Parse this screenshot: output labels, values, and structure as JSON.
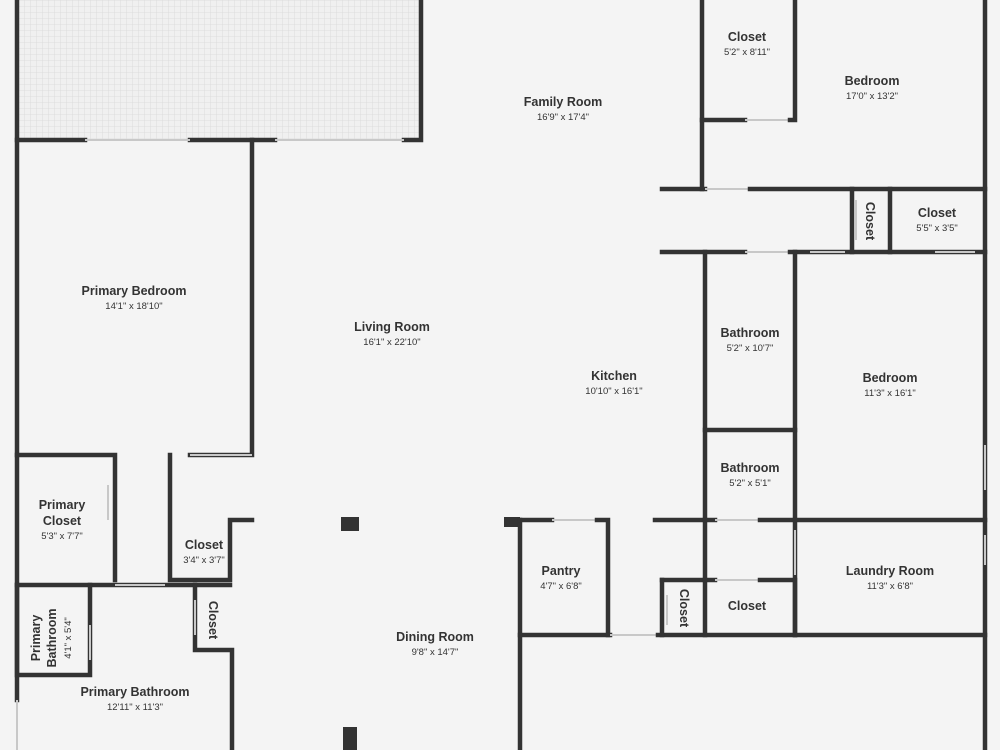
{
  "rooms": [
    {
      "id": "family-room",
      "name": "Family Room",
      "size": "16'9\" x 17'4\""
    },
    {
      "id": "closet-top",
      "name": "Closet",
      "size": "5'2\" x 8'11\""
    },
    {
      "id": "bedroom-top",
      "name": "Bedroom",
      "size": "17'0\" x 13'2\""
    },
    {
      "id": "closet-vertical-right",
      "name": "Closet",
      "size": ""
    },
    {
      "id": "closet-small-right",
      "name": "Closet",
      "size": "5'5\" x 3'5\""
    },
    {
      "id": "primary-bedroom",
      "name": "Primary Bedroom",
      "size": "14'1\" x 18'10\""
    },
    {
      "id": "living-room",
      "name": "Living Room",
      "size": "16'1\" x 22'10\""
    },
    {
      "id": "kitchen",
      "name": "Kitchen",
      "size": "10'10\" x 16'1\""
    },
    {
      "id": "bathroom-1",
      "name": "Bathroom",
      "size": "5'2\" x 10'7\""
    },
    {
      "id": "bedroom-right",
      "name": "Bedroom",
      "size": "11'3\" x 16'1\""
    },
    {
      "id": "bathroom-2",
      "name": "Bathroom",
      "size": "5'2\" x 5'1\""
    },
    {
      "id": "primary-closet",
      "name": "Primary Closet",
      "size": "5'3\" x 7'7\""
    },
    {
      "id": "closet-mid",
      "name": "Closet",
      "size": "3'4\" x 3'7\""
    },
    {
      "id": "pantry",
      "name": "Pantry",
      "size": "4'7\" x 6'8\""
    },
    {
      "id": "laundry-room",
      "name": "Laundry Room",
      "size": "11'3\" x 6'8\""
    },
    {
      "id": "closet-vertical-pb",
      "name": "Closet",
      "size": ""
    },
    {
      "id": "closet-vertical-kitchen",
      "name": "Closet",
      "size": ""
    },
    {
      "id": "closet-kitchen",
      "name": "Closet",
      "size": ""
    },
    {
      "id": "primary-bathroom-small",
      "name": "Primary Bathroom",
      "size": "4'1\" x 5'4\""
    },
    {
      "id": "dining-room",
      "name": "Dining Room",
      "size": "9'8\" x 14'7\""
    },
    {
      "id": "primary-bathroom",
      "name": "Primary Bathroom",
      "size": "12'11\" x 11'3\""
    }
  ]
}
